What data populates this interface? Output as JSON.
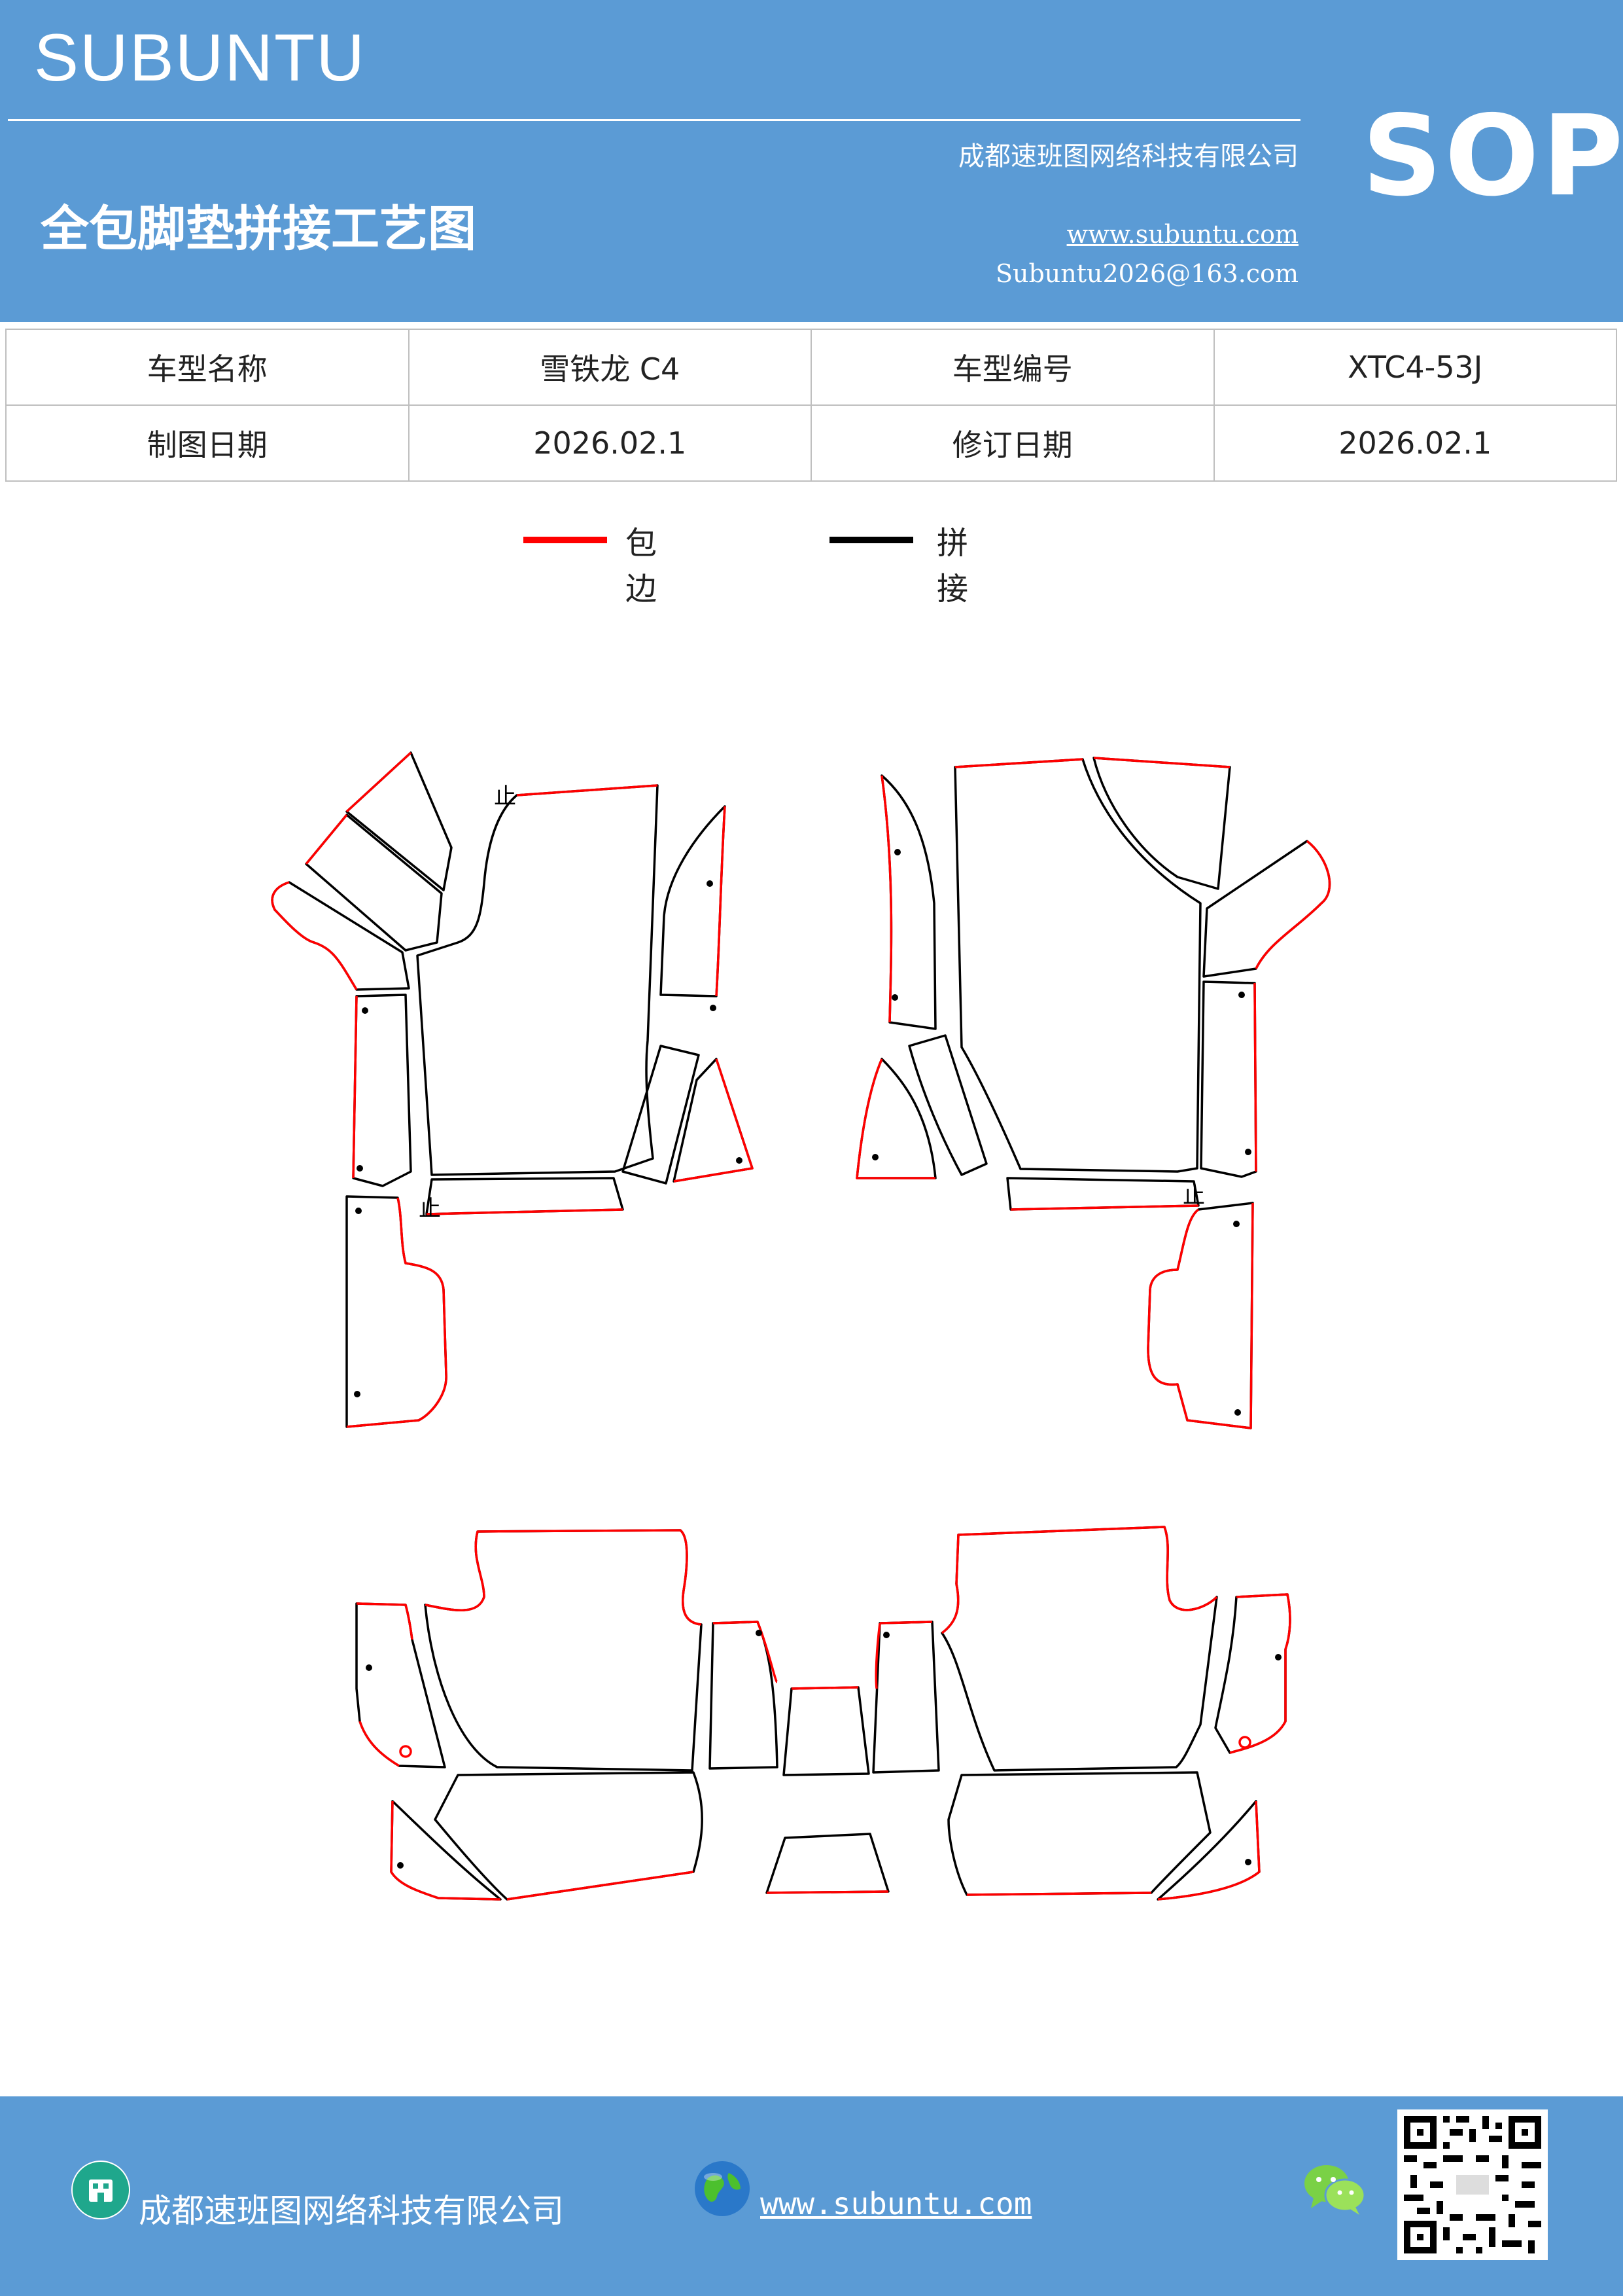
{
  "header": {
    "brand": "SUBUNTU",
    "company": "成都速班图网络科技有限公司",
    "title": "全包脚垫拼接工艺图",
    "url": "www.subuntu.com",
    "email": "Subuntu2026@163.com",
    "badge": "SOP"
  },
  "info": {
    "model_name_label": "车型名称",
    "model_name": "雪铁龙 C4",
    "model_code_label": "车型编号",
    "model_code": "XTC4-53J",
    "draw_date_label": "制图日期",
    "draw_date": "2026.02.1",
    "revise_date_label": "修订日期",
    "revise_date": "2026.02.1"
  },
  "legend": {
    "edge_label": "包边",
    "edge_color": "#ff0000",
    "join_label": "拼接",
    "join_color": "#000000"
  },
  "drawing": {
    "stop_mark": "止"
  },
  "footer": {
    "company": "成都速班图网络科技有限公司",
    "url": "www.subuntu.com"
  }
}
